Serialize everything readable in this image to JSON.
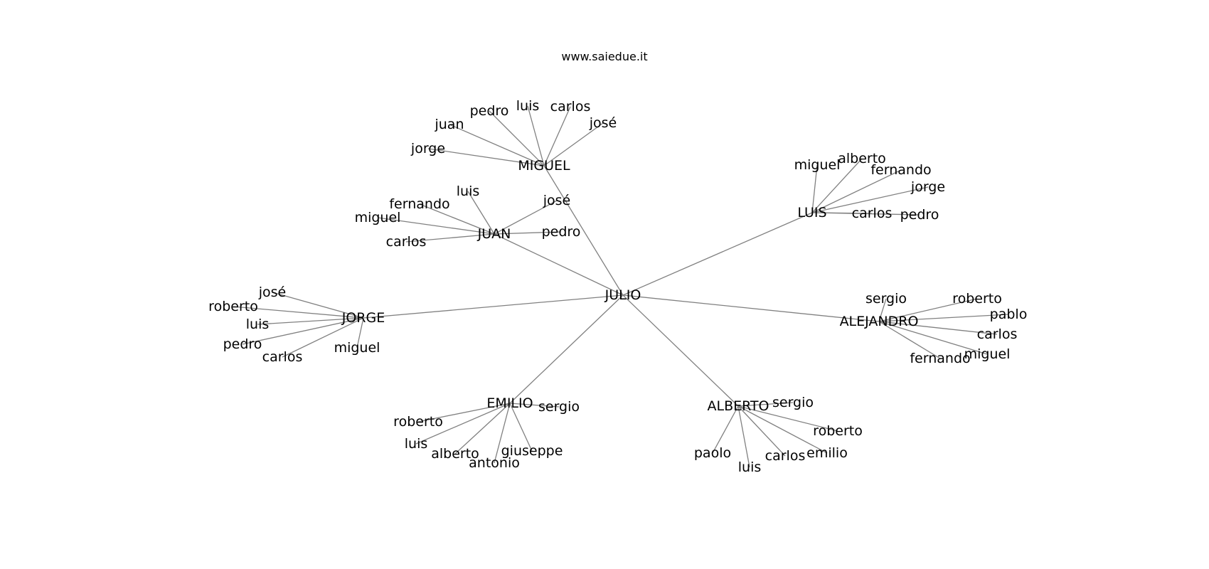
{
  "title": "www.saiedue.it",
  "graph": {
    "root": "JULIO",
    "hubs": [
      {
        "name": "MIGUEL",
        "leaves": [
          "pedro",
          "luis",
          "carlos",
          "juan",
          "josé",
          "jorge"
        ]
      },
      {
        "name": "JUAN",
        "leaves": [
          "luis",
          "josé",
          "fernando",
          "miguel",
          "pedro",
          "carlos"
        ]
      },
      {
        "name": "LUIS",
        "leaves": [
          "miguel",
          "alberto",
          "fernando",
          "jorge",
          "carlos",
          "pedro"
        ]
      },
      {
        "name": "JORGE",
        "leaves": [
          "josé",
          "roberto",
          "luis",
          "pedro",
          "carlos",
          "miguel"
        ]
      },
      {
        "name": "ALEJANDRO",
        "leaves": [
          "sergio",
          "roberto",
          "pablo",
          "carlos",
          "miguel",
          "fernando"
        ]
      },
      {
        "name": "EMILIO",
        "leaves": [
          "sergio",
          "roberto",
          "luis",
          "alberto",
          "giuseppe",
          "antonio"
        ]
      },
      {
        "name": "ALBERTO",
        "leaves": [
          "sergio",
          "roberto",
          "emilio",
          "carlos",
          "luis",
          "paolo"
        ]
      }
    ]
  }
}
